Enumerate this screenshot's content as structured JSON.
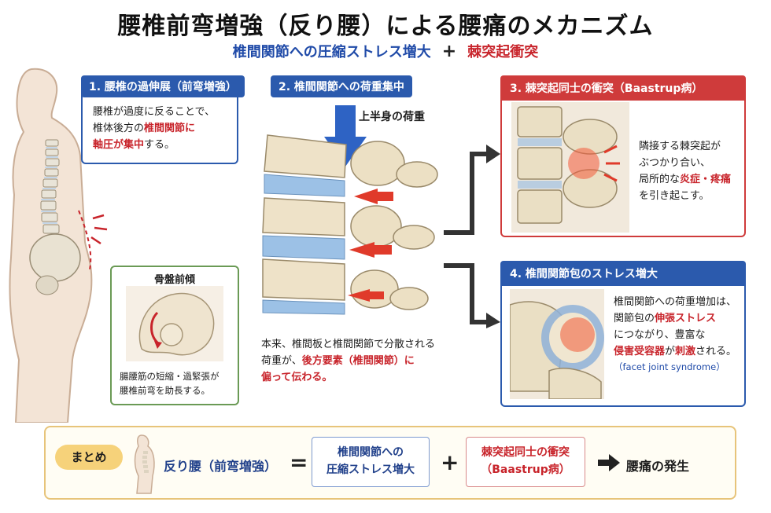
{
  "title": "腰椎前弯増強（反り腰）による腰痛のメカニズム",
  "subtitle": {
    "part1": "椎間関節への圧縮ストレス増大",
    "plus": "+",
    "part2": "棘突起衝突"
  },
  "panel1": {
    "tag": "1. 腰椎の過伸展（前弯増強）",
    "line1": "腰椎が過度に反ることで、",
    "line2_a": "椎体後方の",
    "line2_b": "椎間関節に",
    "line3_a": "軸圧が集中",
    "line3_b": "する。"
  },
  "pelvis": {
    "title": "骨盤前傾",
    "line1": "腸腰筋の短縮・過緊張が",
    "line2": "腰椎前弯を助長する。"
  },
  "panel2": {
    "tag": "2. 椎間関節への荷重集中",
    "load_label": "上半身の荷重",
    "line1": "本来、椎間板と椎間関節で分散される",
    "line2_a": "荷重が、",
    "line2_b": "後方要素（椎間関節）に",
    "line3": "偏って伝わる。"
  },
  "panel3": {
    "tag": "3. 棘突起同士の衝突（Baastrup病）",
    "line1": "隣接する棘突起が",
    "line2": "ぶつかり合い、",
    "line3_a": "局所的な",
    "line3_b": "炎症・疼痛",
    "line4": "を引き起こす。"
  },
  "panel4": {
    "tag": "4. 椎間関節包のストレス増大",
    "line1": "椎間関節への荷重増加は、",
    "line2_a": "関節包の",
    "line2_b": "伸張ストレス",
    "line3": "につながり、豊富な",
    "line4_a": "侵害受容器",
    "line4_b": "が",
    "line4_c": "刺激",
    "line4_d": "される。",
    "line5": "（facet joint syndrome）"
  },
  "summary": {
    "tag": "まとめ",
    "cause": "反り腰（前弯増強）",
    "equals": "=",
    "box1_line1": "椎間関節への",
    "box1_line2": "圧縮ストレス増大",
    "plus": "+",
    "box2_line1": "棘突起同士の衝突",
    "box2_line2": "（Baastrup病）",
    "result": "腰痛の発生"
  },
  "colors": {
    "blue": "#2b5aad",
    "red": "#cf3b3b",
    "summary_border": "#e7c47a"
  }
}
